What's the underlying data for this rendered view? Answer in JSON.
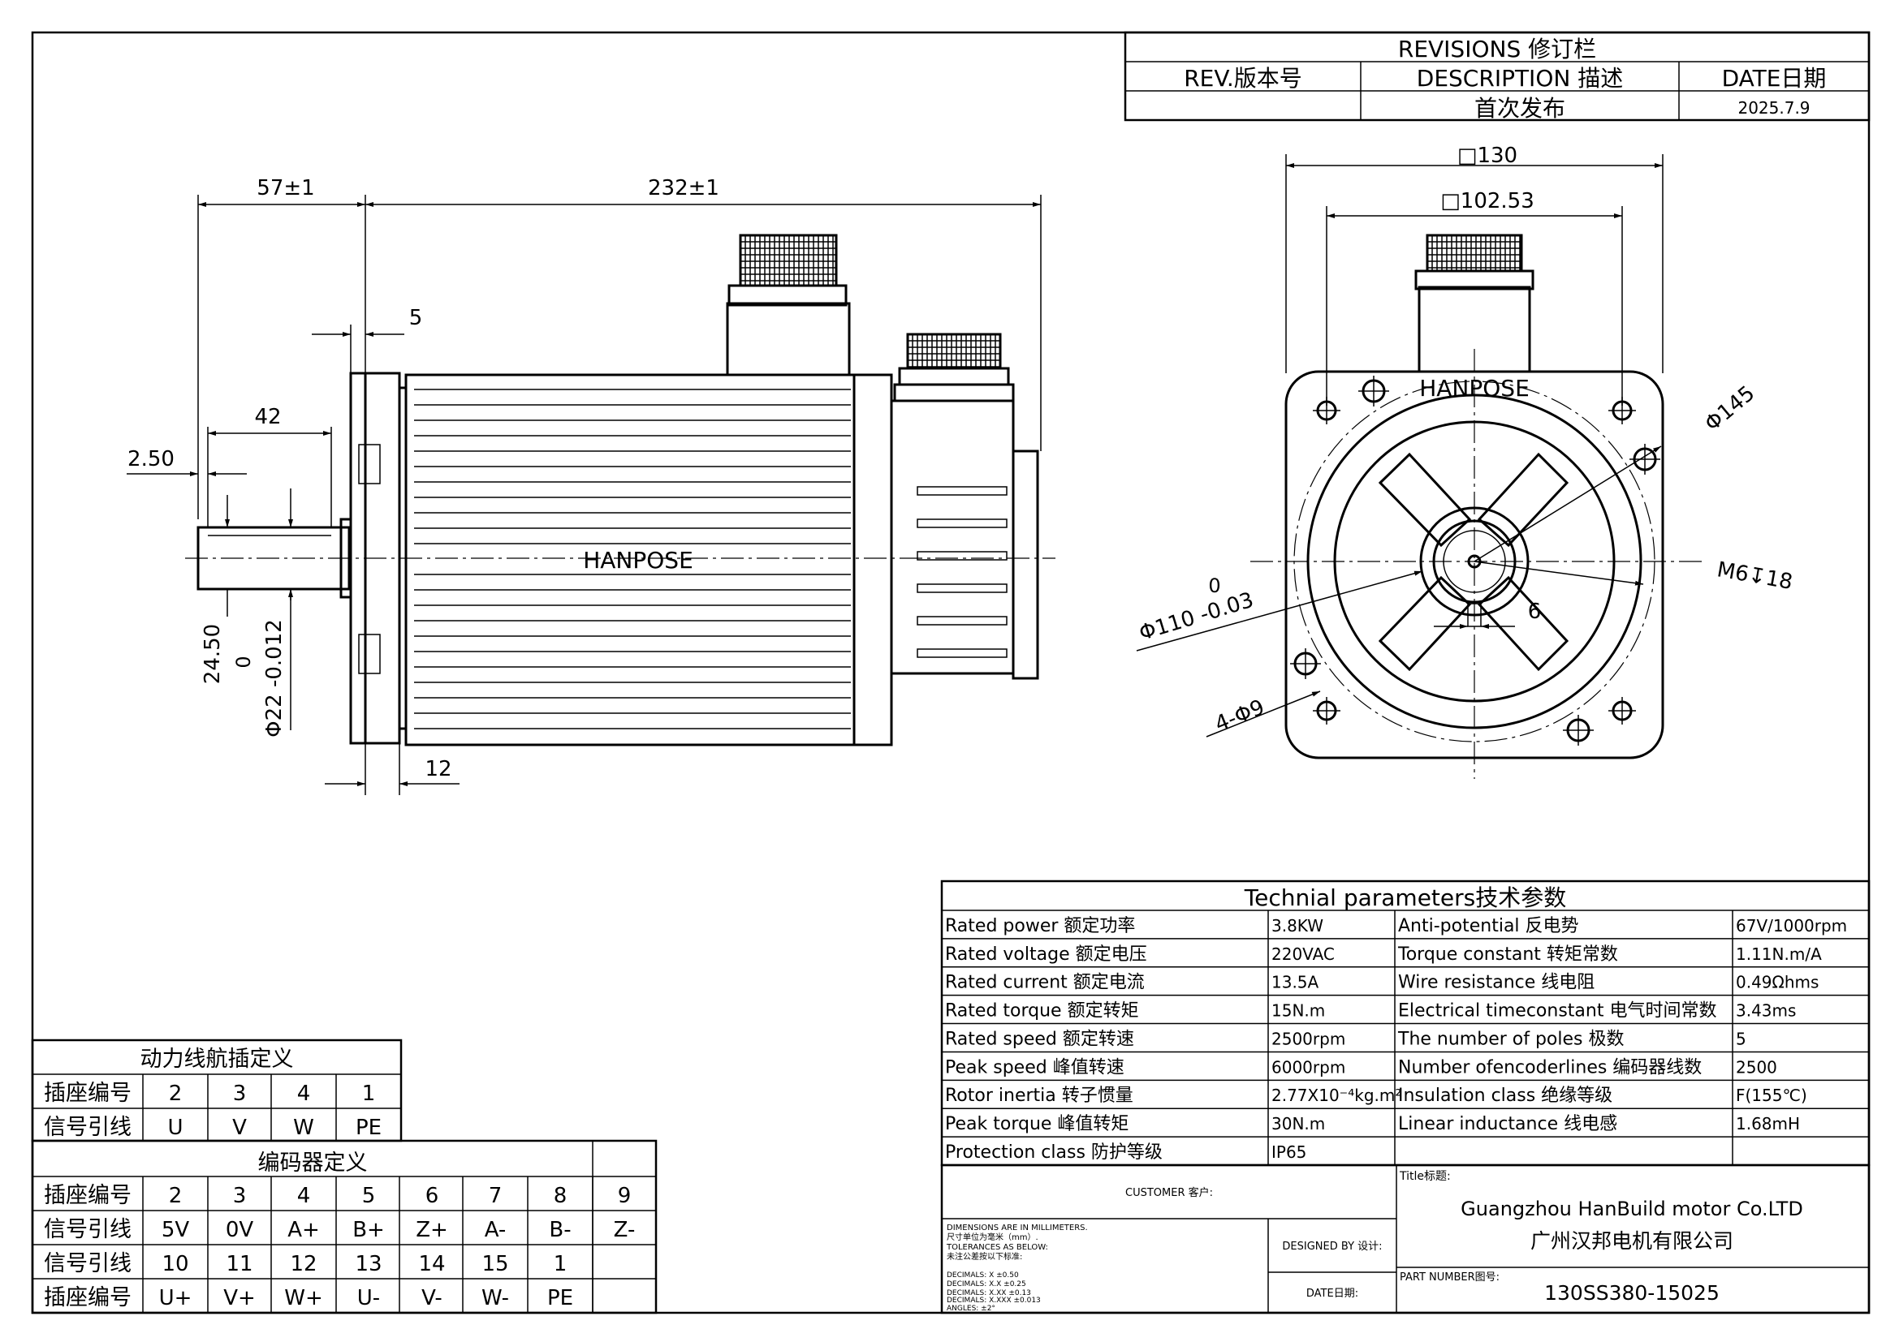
{
  "revisions": {
    "title": "REVISIONS 修订栏",
    "rev_header": "REV.版本号",
    "desc_header": "DESCRIPTION 描述",
    "date_header": "DATE日期",
    "rows": [
      {
        "rev": "",
        "desc": "首次发布",
        "date": "2025.7.9"
      }
    ]
  },
  "side_view": {
    "brand": "HANPOSE",
    "dims": {
      "flange_to_shaft": "57±1",
      "body_length": "232±1",
      "flange_thickness": "5",
      "key_length": "42",
      "shaft_step": "2.50",
      "key_height": "24.50",
      "shaft_tol_top": "0",
      "shaft_diameter": "Φ22 -0.012",
      "bottom_dim": "12"
    }
  },
  "front_view": {
    "brand": "HANPOSE",
    "dims": {
      "square_outer": "□130",
      "square_inner": "□102.53",
      "bolt_circle": "Φ145",
      "thread": "M6↧18",
      "pilot_tol_top": "0",
      "pilot": "Φ110 -0.03",
      "key_width": "6",
      "holes": "4-Φ9"
    }
  },
  "tech_params": {
    "title": "Technial parameters技术参数",
    "rows": [
      {
        "l1": "Rated power 额定功率",
        "v1": "3.8KW",
        "l2": "Anti-potential 反电势",
        "v2": "67V/1000rpm"
      },
      {
        "l1": "Rated voltage 额定电压",
        "v1": "220VAC",
        "l2": "Torque constant 转矩常数",
        "v2": "1.11N.m/A"
      },
      {
        "l1": "Rated current 额定电流",
        "v1": "13.5A",
        "l2": "Wire resistance 线电阻",
        "v2": "0.49Ωhms"
      },
      {
        "l1": "Rated torque 额定转矩",
        "v1": "15N.m",
        "l2": "Electrical timeconstant 电气时间常数",
        "v2": "3.43ms"
      },
      {
        "l1": "Rated speed 额定转速",
        "v1": "2500rpm",
        "l2": "The number of poles 极数",
        "v2": "5"
      },
      {
        "l1": "Peak speed 峰值转速",
        "v1": "6000rpm",
        "l2": "Number ofencoderlines 编码器线数",
        "v2": "2500"
      },
      {
        "l1": "Rotor inertia 转子惯量",
        "v1": "2.77X10⁻⁴kg.m²",
        "l2": "Insulation class 绝缘等级",
        "v2": "F(155℃)"
      },
      {
        "l1": "Peak torque 峰值转矩",
        "v1": "30N.m",
        "l2": "Linear inductance 线电感",
        "v2": "1.68mH"
      },
      {
        "l1": "Protection class 防护等级",
        "v1": "IP65",
        "l2": "",
        "v2": ""
      }
    ]
  },
  "title_block": {
    "customer": "CUSTOMER 客户:",
    "notes": [
      "DIMENSIONS ARE IN MILLIMETERS.",
      "尺寸单位为毫米（mm）.",
      "TOLERANCES AS BELOW:",
      "未注公差按以下标准:"
    ],
    "decimals": [
      "DECIMALS: X     ±0.50",
      "DECIMALS: X.X    ±0.25",
      "DECIMALS: X.XX   ±0.13",
      "DECIMALS: X.XXX ±0.013",
      "ANGLES:  ±2°"
    ],
    "designed_by": "DESIGNED BY 设计:",
    "date_label": "DATE日期:",
    "title_label": "Title标题:",
    "company_en": "Guangzhou HanBuild motor Co.LTD",
    "company_cn": "广州汉邦电机有限公司",
    "part_label": "PART NUMBER图号:",
    "part_number": "130SS380-15025"
  },
  "power_table": {
    "title": "动力线航插定义",
    "row_labels": [
      "插座编号",
      "信号引线"
    ],
    "pins": [
      "2",
      "3",
      "4",
      "1"
    ],
    "signals": [
      "U",
      "V",
      "W",
      "PE"
    ]
  },
  "encoder_table": {
    "title": "编码器定义",
    "row_labels": [
      "插座编号",
      "信号引线",
      "信号引线",
      "插座编号"
    ],
    "pins1": [
      "2",
      "3",
      "4",
      "5",
      "6",
      "7",
      "8",
      "9"
    ],
    "signals1": [
      "5V",
      "0V",
      "A+",
      "B+",
      "Z+",
      "A-",
      "B-",
      "Z-"
    ],
    "pins2": [
      "10",
      "11",
      "12",
      "13",
      "14",
      "15",
      "1",
      ""
    ],
    "signals2": [
      "U+",
      "V+",
      "W+",
      "U-",
      "V-",
      "W-",
      "PE",
      ""
    ]
  }
}
